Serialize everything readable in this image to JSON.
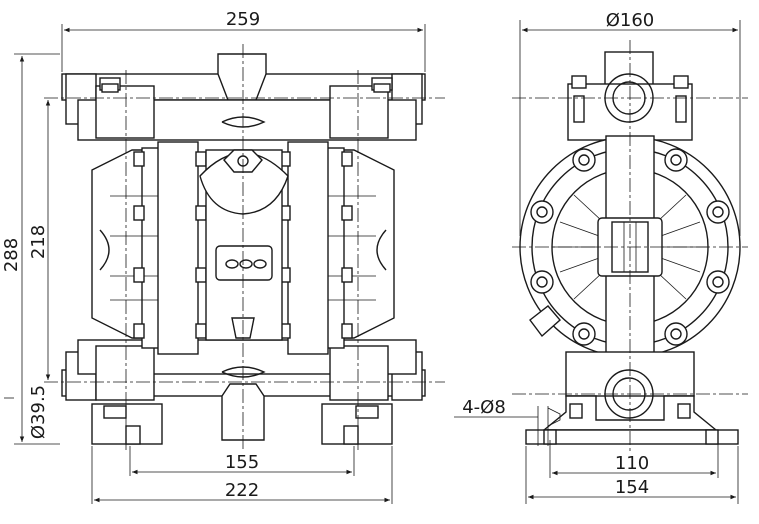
{
  "drawing": {
    "front_view": {
      "dimensions": {
        "overall_width": "259",
        "overall_height": "288",
        "port_center_distance": "218",
        "inlet_size": "Ø39.5",
        "bolt_spacing": "155",
        "base_width": "222"
      }
    },
    "side_view": {
      "dimensions": {
        "diaphragm_diameter": "Ø160",
        "mount_holes": "4-Ø8",
        "hole_spacing": "110",
        "base_depth": "154"
      }
    }
  }
}
